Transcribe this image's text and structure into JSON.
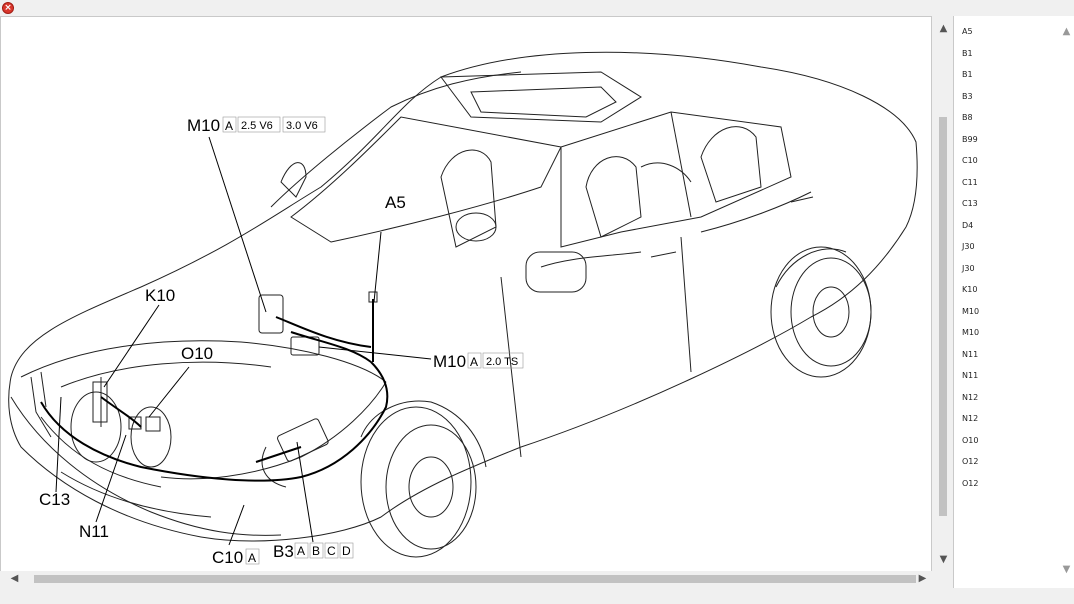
{
  "window": {
    "close_icon": "close-icon"
  },
  "diagram": {
    "labels": {
      "m10_top": "M10",
      "m10_top_variant": "A",
      "m10_top_engine1": "2.5 V6",
      "m10_top_engine2": "3.0 V6",
      "a5": "A5",
      "k10": "K10",
      "o10": "O10",
      "m10_right": "M10",
      "m10_right_variant": "A",
      "m10_right_engine": "2.0 TS",
      "c13": "C13",
      "n11": "N11",
      "c10": "C10",
      "c10_variant": "A",
      "b3": "B3",
      "b3_a": "A",
      "b3_b": "B",
      "b3_c": "C",
      "b3_d": "D"
    }
  },
  "component_list": [
    "A5",
    "B1",
    "B1",
    "B3",
    "B8",
    "B99",
    "C10",
    "C11",
    "C13",
    "D4",
    "J30",
    "J30",
    "K10",
    "M10",
    "M10",
    "N11",
    "N11",
    "N12",
    "N12",
    "O10",
    "O12",
    "O12"
  ],
  "scrollbars": {
    "up": "▲",
    "down": "▼",
    "left": "◀",
    "right": "▶"
  }
}
